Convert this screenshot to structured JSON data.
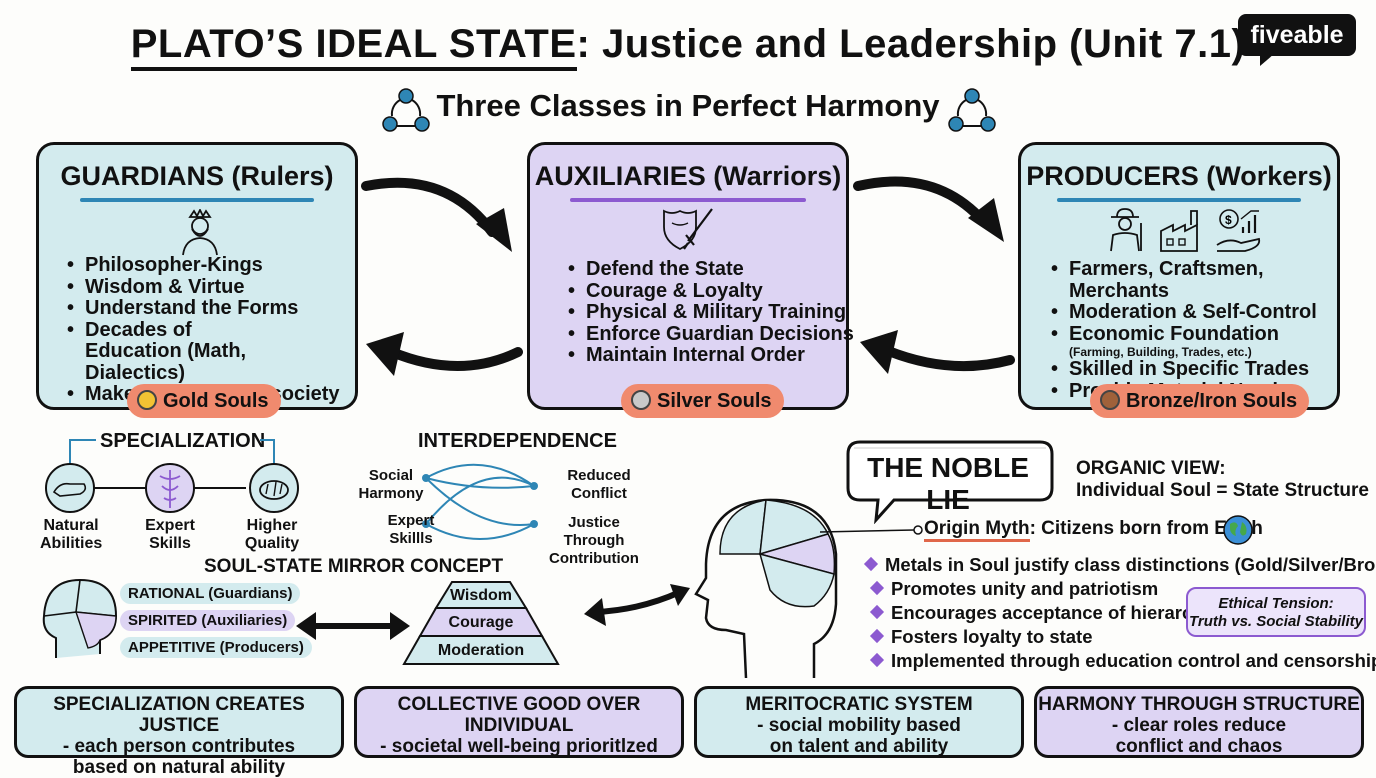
{
  "title": {
    "part1": "PLATO’S IDEAL STATE",
    "part2": ": Justice and Leadership (Unit 7.1)"
  },
  "subtitle": "Three Classes in Perfect Harmony",
  "logo": "fiveable",
  "classes": [
    {
      "title": "GUARDIANS (Rulers)",
      "items": [
        "Philosopher-Kings",
        "Wisdom & Virtue",
        "Understand the Forms",
        "Decades of Education (Math, Dialectics)",
        "Make decisions for society"
      ],
      "soul": "Gold Souls",
      "soul_color": "#f2c233",
      "line_color": "#2e86b5"
    },
    {
      "title": "AUXILIARIES (Warriors)",
      "items": [
        "Defend the State",
        "Courage & Loyalty",
        "Physical & Military Training",
        "Enforce Guardian Decisions",
        "Maintain Internal Order"
      ],
      "soul": "Silver Souls",
      "soul_color": "#c9c9c9",
      "line_color": "#8c5ad0"
    },
    {
      "title": "PRODUCERS (Workers)",
      "items": [
        "Farmers, Craftsmen, Merchants",
        "Moderation & Self-Control",
        "Economic Foundation",
        "Skilled in Specific Trades",
        "Provide Material Needs"
      ],
      "producers_note": "(Farming, Building, Trades, etc.)",
      "soul": "Bronze/Iron Souls",
      "soul_color": "#a0613a",
      "line_color": "#2e86b5"
    }
  ],
  "specialization": {
    "title": "SPECIALIZATION",
    "labels": [
      "Natural Abilities",
      "Expert Skills",
      "Higher Quality"
    ]
  },
  "interdependence": {
    "title": "INTERDEPENDENCE",
    "nodes": [
      "Social Harmony",
      "Reduced Conflict",
      "Expert Skillls",
      "Justice Through Contribution"
    ]
  },
  "soul_state": {
    "title": "SOUL-STATE MIRROR CONCEPT",
    "parts": [
      "RATIONAL (Guardians)",
      "SPIRITED (Auxiliaries)",
      "APPETITIVE (Producers)"
    ],
    "virtues": [
      "Wisdom",
      "Courage",
      "Moderation"
    ]
  },
  "noble_lie": {
    "title": "THE NOBLE LIE",
    "organic_title": "ORGANIC VIEW:",
    "organic_text": "Individual Soul = State Structure",
    "origin_label": "Origin Myth",
    "origin_text": ": Citizens born from Earth",
    "metals": "Metals in Soul justify class distinctions (Gold/Silver/Bronze)",
    "points": [
      "Promotes unity and patriotism",
      "Encourages acceptance of hierarchy",
      "Fosters loyalty to state",
      "Implemented through education control and censorship"
    ],
    "tension": [
      "Ethical Tension:",
      "Truth vs. Social Stability"
    ]
  },
  "bottom": [
    {
      "title": "SPECIALIZATION CREATES JUSTICE",
      "text": "- each person contributes based on natural ability"
    },
    {
      "title": "COLLECTIVE GOOD OVER INDIVIDUAL",
      "text": "- societal well-being prioritlzed"
    },
    {
      "title": "MERITOCRATIC SYSTEM",
      "text": "- social mobility based on talent and ability"
    },
    {
      "title": "HARMONY THROUGH STRUCTURE",
      "text": "- clear roles reduce conflict and chaos"
    }
  ],
  "colors": {
    "teal": "#d3ebee",
    "purple": "#ddd4f3",
    "salmon": "#f08a6e",
    "blue": "#2e86b5",
    "violet": "#8c5ad0"
  }
}
